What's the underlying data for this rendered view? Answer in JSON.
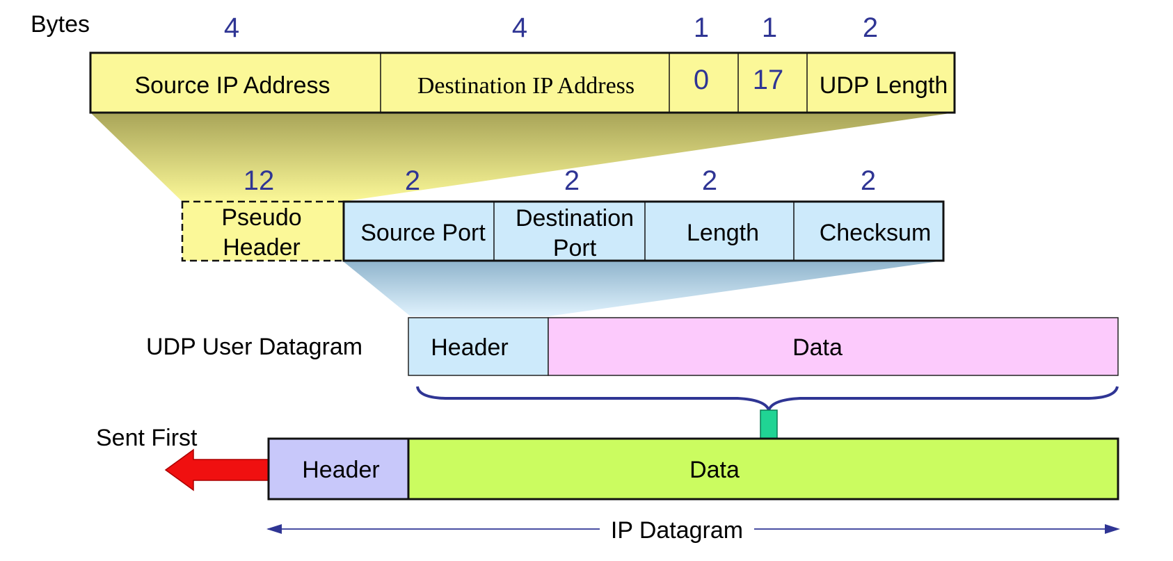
{
  "bytes_label": "Bytes",
  "pseudo_header_row": {
    "sizes": [
      "4",
      "4",
      "1",
      "1",
      "2"
    ],
    "fields": [
      "Source IP Address",
      "Destination IP Address",
      "0",
      "17",
      "UDP Length"
    ],
    "color": "#fbf898"
  },
  "udp_header_row": {
    "sizes": [
      "12",
      "2",
      "2",
      "2",
      "2"
    ],
    "pseudo_line1": "Pseudo",
    "pseudo_line2": "Header",
    "fields": [
      "Source Port",
      "Length",
      "Checksum"
    ],
    "dest_port_line1": "Destination",
    "dest_port_line2": "Port",
    "color": "#cdeafb"
  },
  "udp_datagram": {
    "label": "UDP User Datagram",
    "header": "Header",
    "data": "Data",
    "data_color": "#fccafc"
  },
  "ip_datagram": {
    "sent_first": "Sent First",
    "header": "Header",
    "data": "Data",
    "span_label": "IP Datagram",
    "header_color": "#c8c8fa",
    "data_color": "#cbfc60"
  },
  "colors": {
    "outline": "#111111",
    "size_numbers": "#2f3594",
    "brace": "#2f3594",
    "down_arrow": "#20d494",
    "sent_arrow": "#f01010"
  }
}
